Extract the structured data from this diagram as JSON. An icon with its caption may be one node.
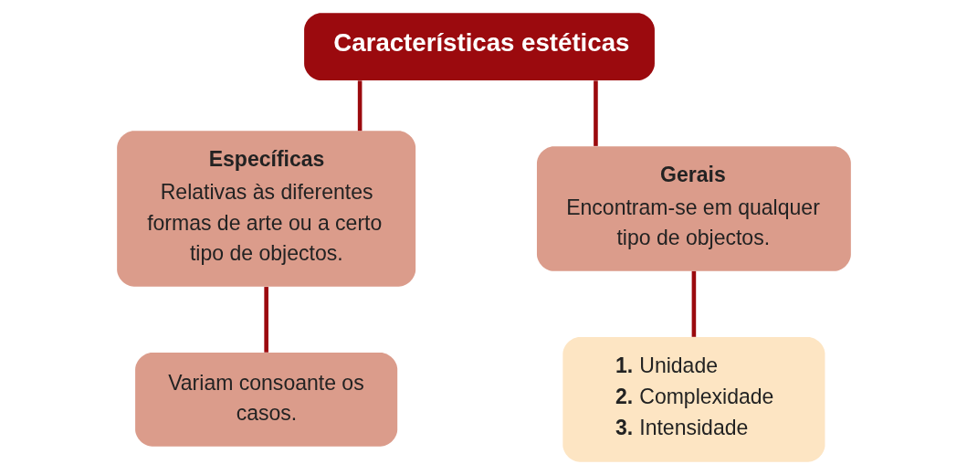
{
  "diagram": {
    "nodes": [
      {
        "text": [
          "Características estéticas"
        ]
      },
      {
        "text": [
          "Específicas",
          "Relativas às diferentes formas de arte ou a certo tipo de objectos."
        ]
      },
      {
        "text": [
          "Gerais",
          "Encontram-se em qualquer tipo de objectos."
        ]
      },
      {
        "text": [
          "Variam consoante os casos."
        ]
      },
      {
        "text": [
          "**1.** Unidade",
          "**2.** Complexidade",
          "**3.** Intensidade"
        ]
      }
    ],
    "edges": [
      {
        "from": 0,
        "to": 1,
        "arrow": "none"
      },
      {
        "from": 0,
        "to": 2,
        "arrow": "none"
      },
      {
        "from": 1,
        "to": 3,
        "arrow": "none"
      },
      {
        "from": 2,
        "to": 4,
        "arrow": "none"
      }
    ]
  }
}
